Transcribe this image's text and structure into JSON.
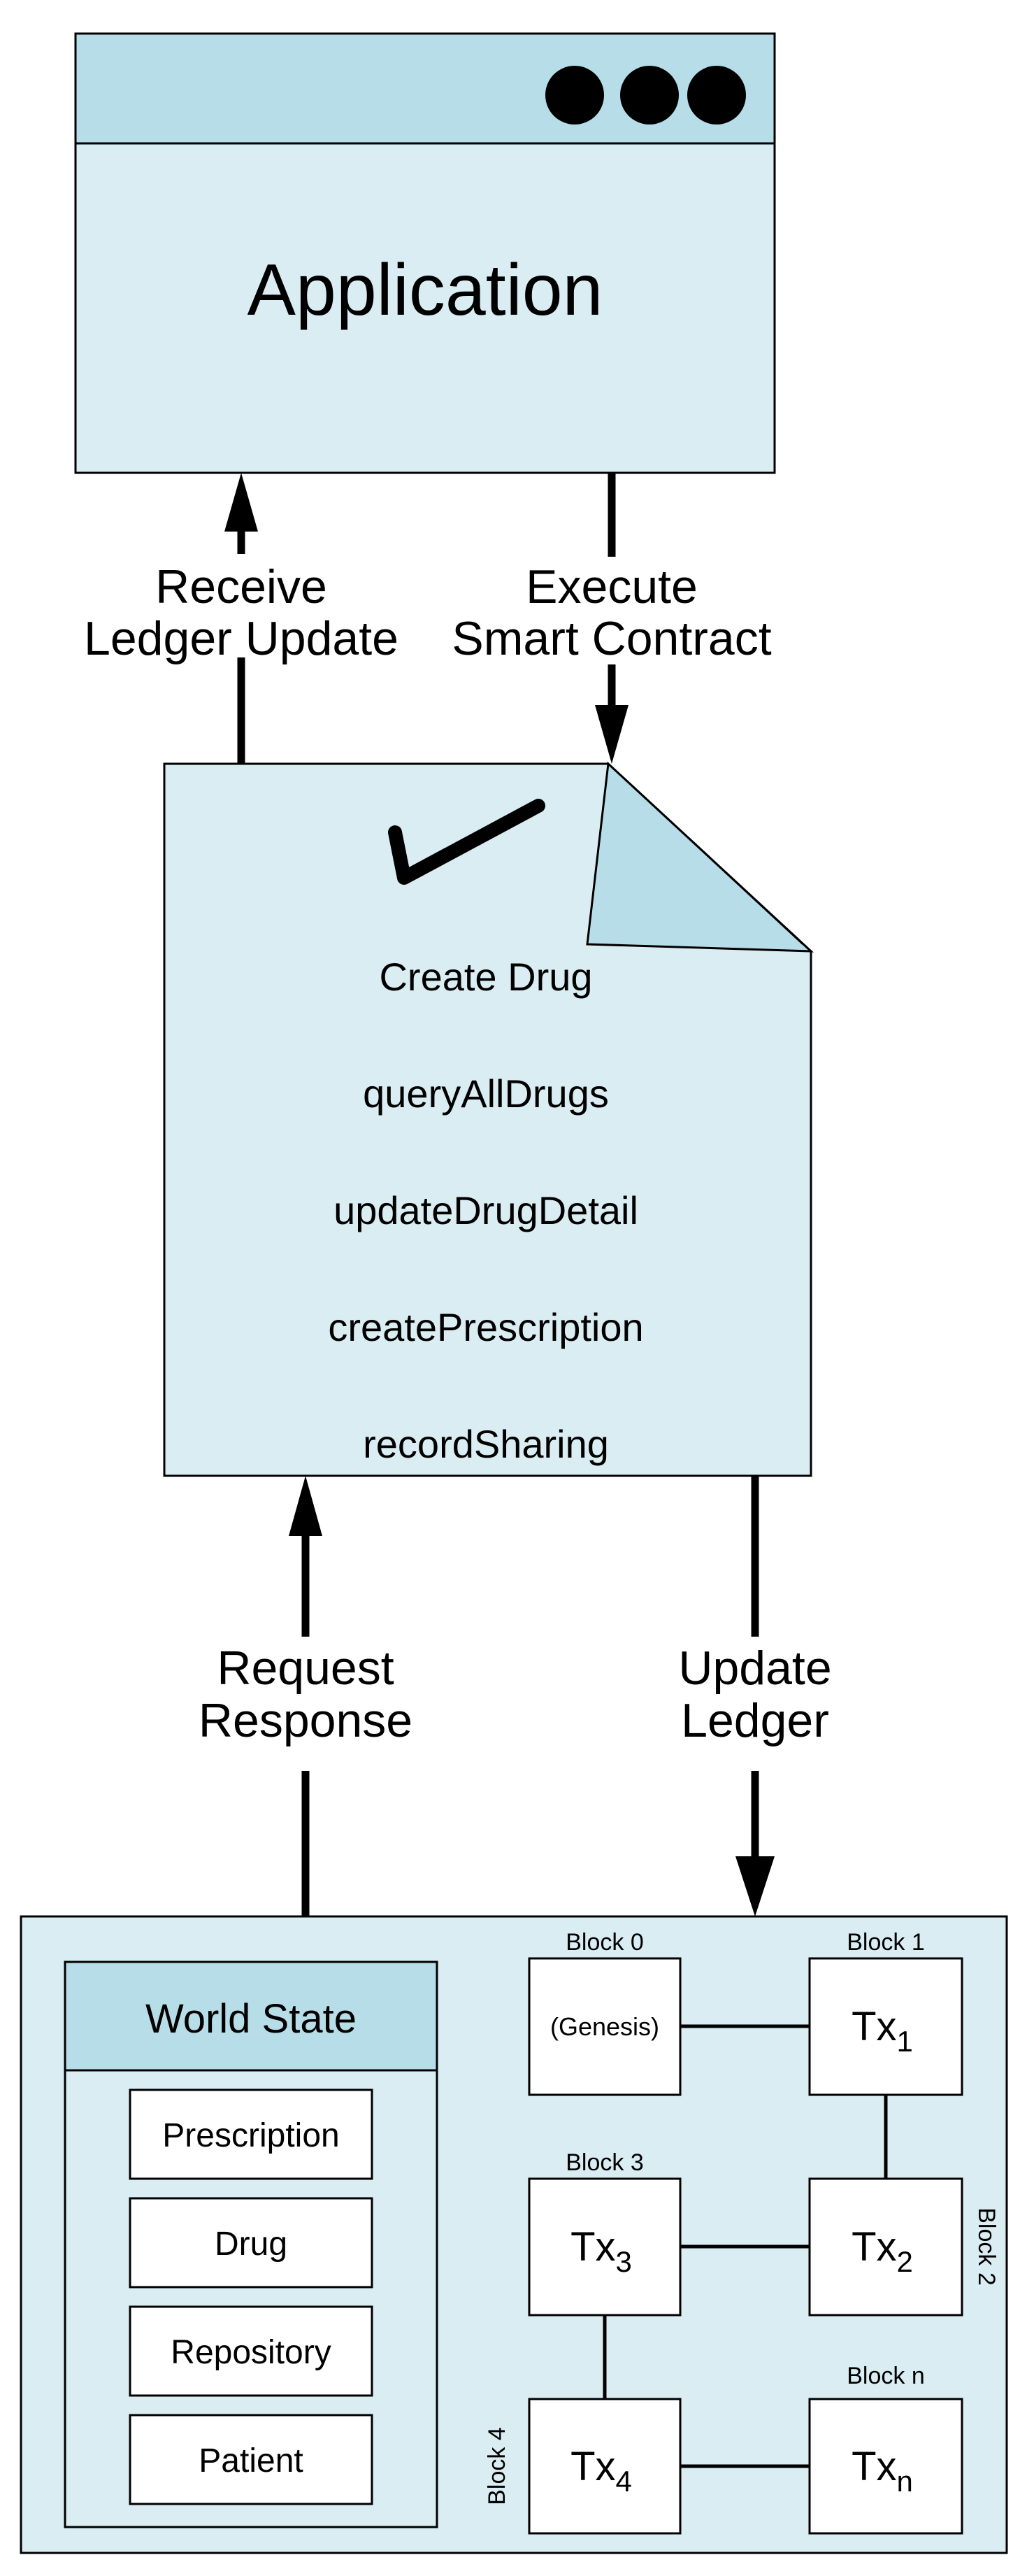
{
  "application": {
    "title": "Application",
    "window_dots": [
      "dot",
      "dot",
      "dot"
    ]
  },
  "flows": {
    "receive_update": {
      "line1": "Receive",
      "line2": "Ledger Update"
    },
    "execute_contract": {
      "line1": "Execute",
      "line2": "Smart Contract"
    },
    "request_response": {
      "line1": "Request",
      "line2": "Response"
    },
    "update_ledger": {
      "line1": "Update",
      "line2": "Ledger"
    }
  },
  "smart_contract": {
    "icon": "checkmark-icon",
    "functions": [
      "Create Drug",
      "queryAllDrugs",
      "updateDrugDetail",
      "createPrescription",
      "recordSharing"
    ]
  },
  "world_state": {
    "title": "World State",
    "items": [
      "Prescription",
      "Drug",
      "Repository",
      "Patient"
    ]
  },
  "blockchain": {
    "blocks": [
      {
        "label": "Block 0",
        "content": "(Genesis)"
      },
      {
        "label": "Block 1",
        "tx": "Tx",
        "sub": "1"
      },
      {
        "label": "Block 2",
        "tx": "Tx",
        "sub": "2"
      },
      {
        "label": "Block 3",
        "tx": "Tx",
        "sub": "3"
      },
      {
        "label": "Block 4",
        "tx": "Tx",
        "sub": "4"
      },
      {
        "label": "Block n",
        "tx": "Tx",
        "sub": "n"
      }
    ]
  },
  "colors": {
    "panel_fill": "#daedf2",
    "header_fill": "#b6dde8",
    "fold_fill": "#b6dde8",
    "stroke": "#000000",
    "box_fill": "#ffffff"
  }
}
